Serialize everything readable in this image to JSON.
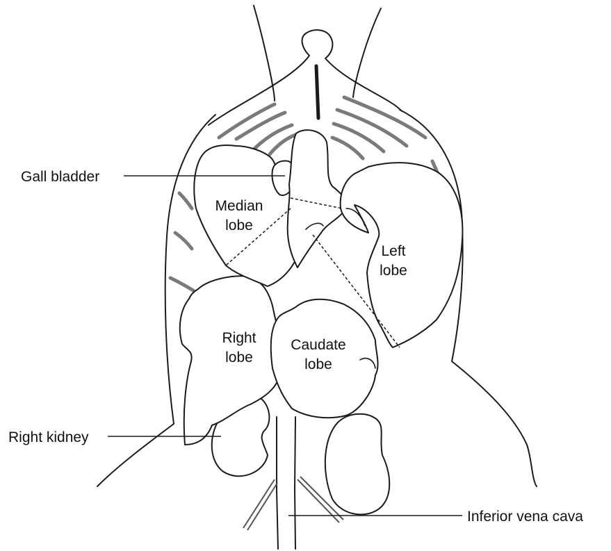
{
  "labels": {
    "gall_bladder": "Gall bladder",
    "median_lobe_1": "Median",
    "median_lobe_2": "lobe",
    "left_lobe_1": "Left",
    "left_lobe_2": "lobe",
    "right_lobe_1": "Right",
    "right_lobe_2": "lobe",
    "caudate_lobe_1": "Caudate",
    "caudate_lobe_2": "lobe",
    "right_kidney": "Right kidney",
    "inferior_vena_cava": "Inferior vena cava"
  }
}
